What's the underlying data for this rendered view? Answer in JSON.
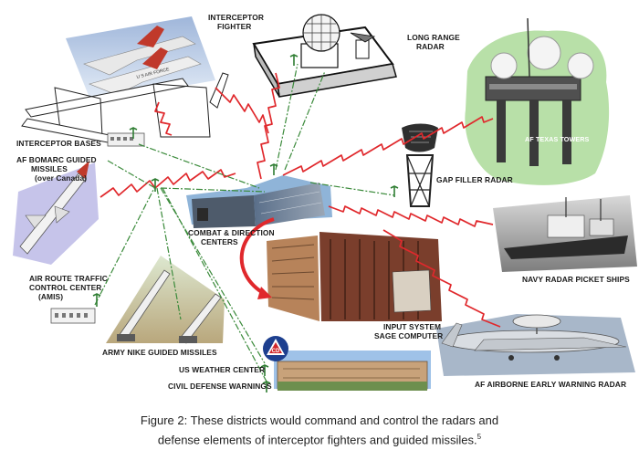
{
  "labels": {
    "interceptor_fighter": [
      "INTERCEPTOR",
      "FIGHTER"
    ],
    "long_range_radar": [
      "LONG RANGE",
      "RADAR"
    ],
    "af_texas_towers": "AF TEXAS TOWERS",
    "interceptor_bases": "INTERCEPTOR BASES",
    "bomarc": [
      "AF BOMARC GUIDED",
      "MISSILES"
    ],
    "bomarc_sub": "(over Canada)",
    "gap_filler_radar": "GAP FILLER RADAR",
    "combat_direction": [
      "COMBAT & DIRECTION",
      "CENTERS"
    ],
    "navy_picket": "NAVY RADAR PICKET SHIPS",
    "air_route": [
      "AIR ROUTE TRAFFIC",
      "CONTROL CENTER",
      "(AMIS)"
    ],
    "input_system": "INPUT SYSTEM",
    "sage_computer": "SAGE COMPUTER",
    "army_nike": "ARMY NIKE GUIDED MISSILES",
    "weather": "US WEATHER CENTER",
    "civil_defense": "CIVIL DEFENSE WARNINGS",
    "aew_radar": "AF AIRBORNE EARLY WARNING RADAR",
    "usaf_text": "U S AIR FORCE",
    "cd_logo": "CD"
  },
  "caption": {
    "line1": "Figure 2: These districts would command and control the radars and",
    "line2": "defense elements of interceptor fighters and guided missiles.",
    "footnote": "5"
  },
  "colors": {
    "radio_link": "#e0282c",
    "data_link": "#3a8a3a",
    "tower_island": "#b8e0a8",
    "sky_blue": "#b9cde8"
  }
}
